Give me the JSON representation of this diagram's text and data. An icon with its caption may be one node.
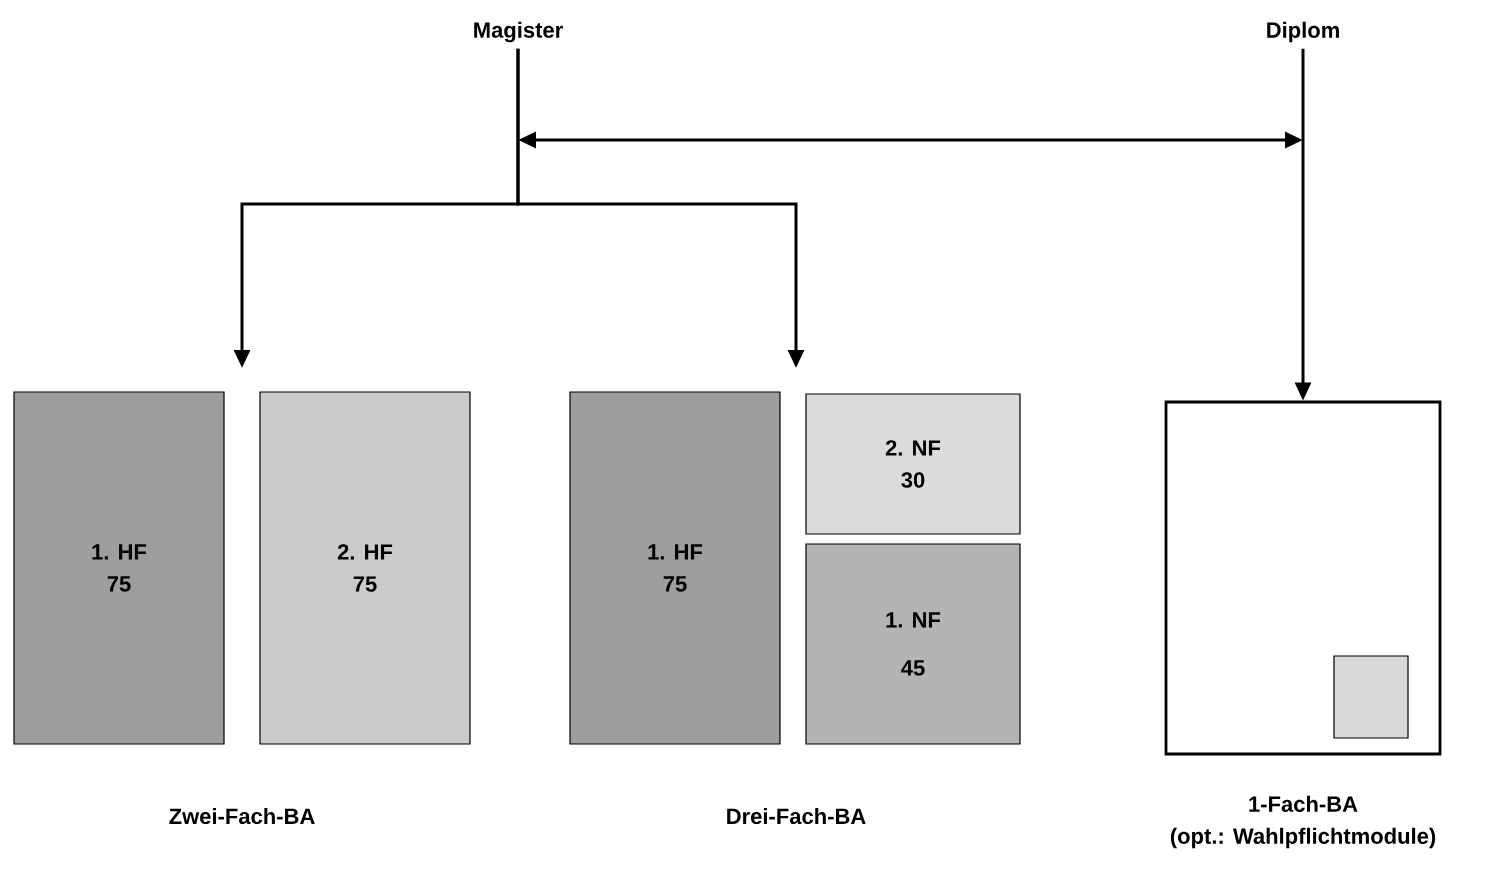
{
  "diagram": {
    "nodes": [
      {
        "text": [
          "Magister"
        ]
      },
      {
        "text": [
          "Diplom"
        ]
      },
      {
        "text": [
          "1. HF",
          "75"
        ]
      },
      {
        "text": [
          "2. HF",
          "75"
        ]
      },
      {
        "text": [
          "1. HF",
          "75"
        ]
      },
      {
        "text": [
          "2. NF",
          "30"
        ]
      },
      {
        "text": [
          "1. NF",
          "45"
        ]
      },
      {
        "text": [
          "1-Fach-BA",
          "(opt.: Wahlpflichtmodule)"
        ]
      },
      {
        "text": [],
        "shape": "box",
        "in": 7
      }
    ],
    "edges": [
      {
        "from": 0,
        "to": null,
        "arrow": "to"
      },
      {
        "from": 0,
        "to": null,
        "arrow": "to"
      },
      {
        "from": 1,
        "to": 7,
        "arrow": "to"
      },
      {
        "from": 0,
        "to": 1,
        "arrow": "both"
      }
    ],
    "labels": [
      "Zwei-Fach-BA",
      "Drei-Fach-BA"
    ]
  }
}
